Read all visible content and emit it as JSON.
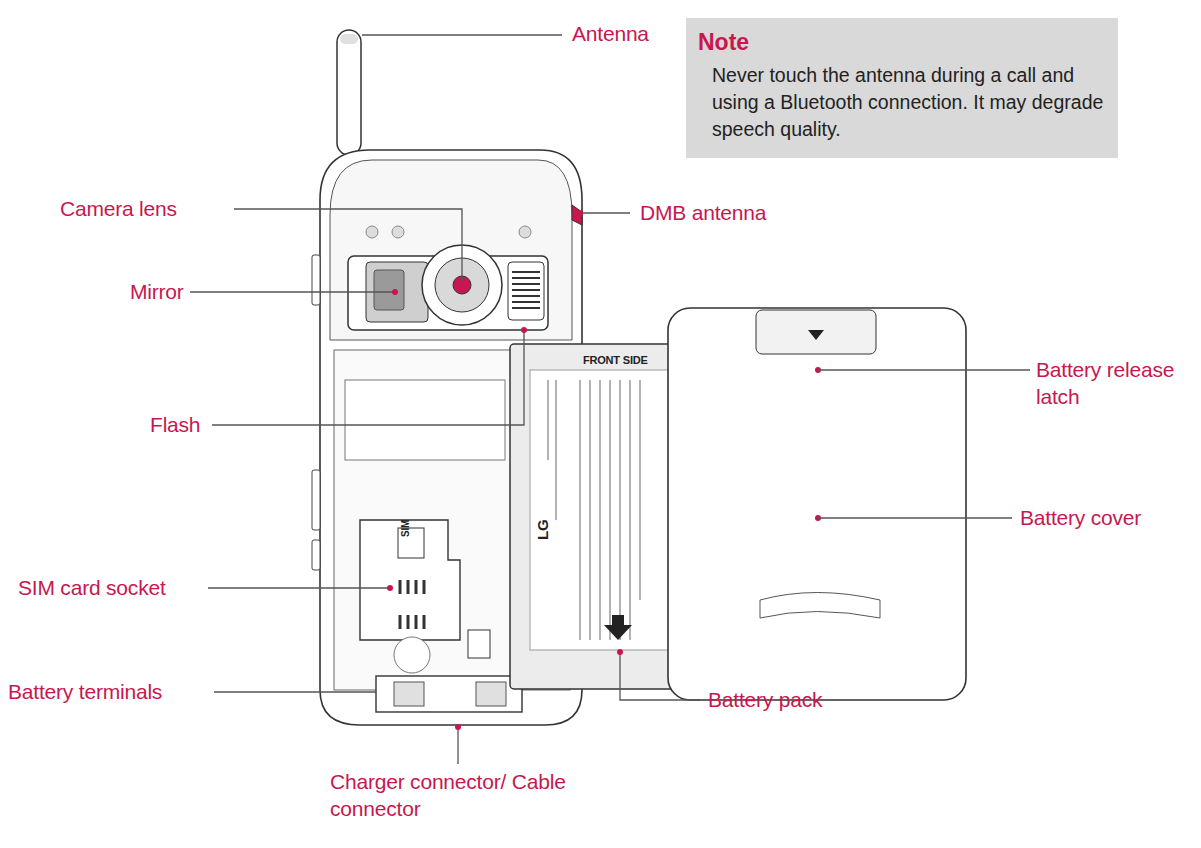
{
  "diagram": {
    "nodes": [
      {
        "text": [
          "Note",
          "Never touch the antenna during a call and using a Bluetooth connection. It may degrade speech quality."
        ]
      }
    ],
    "labels": [
      "Antenna",
      "Camera lens",
      "DMB antenna",
      "Mirror",
      "Battery release latch",
      "Flash",
      "Battery cover",
      "SIM card socket",
      "Battery terminals",
      "Battery pack",
      "Charger connector/ Cable connector",
      "FRONT SIDE",
      "LG",
      "SIM"
    ]
  }
}
